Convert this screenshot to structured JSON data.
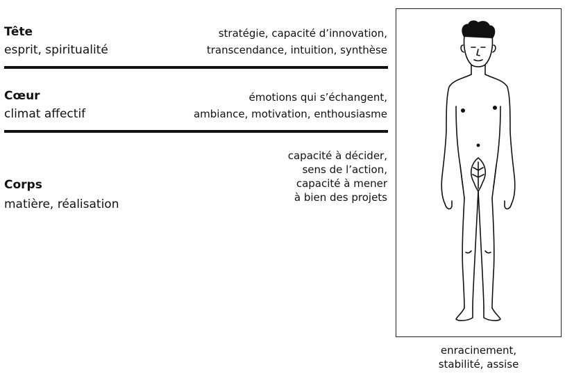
{
  "sections": [
    {
      "title": "Tête",
      "subtitle": "esprit, spiritualité",
      "description": [
        "stratégie, capacité d’innovation,",
        "transcendance, intuition, synthèse"
      ]
    },
    {
      "title": "Cœur",
      "subtitle": "climat affectif",
      "description": [
        "émotions qui s’échangent,",
        "ambiance, motivation, enthousiasme"
      ]
    },
    {
      "title": "Corps",
      "subtitle": "matière, réalisation",
      "description": [
        "capacité à décider,",
        "sens de l’action,",
        "capacité à mener",
        "à bien des projets"
      ]
    }
  ],
  "figure": {
    "icon": "human-figure-icon",
    "caption": [
      "enracinement,",
      "stabilité, assise"
    ]
  }
}
